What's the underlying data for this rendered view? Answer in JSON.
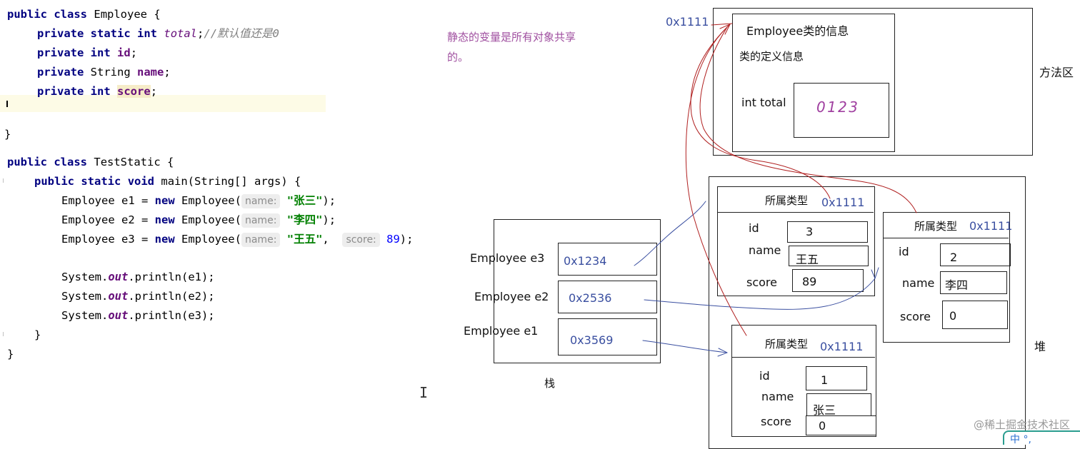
{
  "code": {
    "employee_class": {
      "decl": [
        "public",
        "class",
        "Employee {"
      ],
      "fields": [
        {
          "mods": [
            "private",
            "static",
            "int"
          ],
          "name": "total",
          "tail": ";",
          "comment": "//默认值还是0"
        },
        {
          "mods": [
            "private",
            "int"
          ],
          "name": "id",
          "tail": ";"
        },
        {
          "mods": [
            "private"
          ],
          "type": "String",
          "name": "name",
          "tail": ";"
        },
        {
          "mods": [
            "private",
            "int"
          ],
          "name": "score",
          "tail": ";"
        }
      ],
      "close": "}"
    },
    "test_class": {
      "decl": [
        "public",
        "class",
        "TestStatic {"
      ],
      "main": [
        "public",
        "static",
        "void",
        "main(String[] args) {"
      ],
      "new_lines": [
        {
          "pre": "Employee e1 = ",
          "kw": "new",
          "call": " Employee(",
          "hint1": "name:",
          "arg1": "\"张三\"",
          "post": ");"
        },
        {
          "pre": "Employee e2 = ",
          "kw": "new",
          "call": " Employee(",
          "hint1": "name:",
          "arg1": "\"李四\"",
          "post": ");"
        },
        {
          "pre": "Employee e3 = ",
          "kw": "new",
          "call": " Employee(",
          "hint1": "name:",
          "arg1": "\"王五\"",
          "comma": ",",
          "hint2": "score:",
          "arg2": "89",
          "post": ");"
        }
      ],
      "prints": [
        {
          "pre": "System.",
          "out": "out",
          "post": ".println(e1);"
        },
        {
          "pre": "System.",
          "out": "out",
          "post": ".println(e2);"
        },
        {
          "pre": "System.",
          "out": "out",
          "post": ".println(e3);"
        }
      ],
      "close_inner": "}",
      "close_outer": "}"
    }
  },
  "note": "静态的变量是所有对象共享的。",
  "method_area": {
    "address": "0x1111",
    "class_info_title": "Employee类的信息",
    "class_def": "类的定义信息",
    "static_field_label": "int total",
    "static_field_value": "0 1 2 3",
    "region_label": "方法区"
  },
  "stack": {
    "label": "栈",
    "vars": [
      {
        "name": "Employee e3",
        "value": "0x1234"
      },
      {
        "name": "Employee e2",
        "value": "0x2536"
      },
      {
        "name": "Employee e1",
        "value": "0x3569"
      }
    ]
  },
  "heap": {
    "label": "堆",
    "type_label": "所属类型",
    "type_addr": "0x1111",
    "field_labels": {
      "id": "id",
      "name": "name",
      "score": "score"
    },
    "objects": [
      {
        "key": "wangwu",
        "id": "3",
        "name": "王五",
        "score": "89"
      },
      {
        "key": "lisi",
        "id": "2",
        "name": "李四",
        "score": "0"
      },
      {
        "key": "zhangsan",
        "id": "1",
        "name": "张三",
        "score": "0"
      }
    ]
  },
  "watermark": "@稀土掘金技术社区",
  "ime": "中 °,"
}
